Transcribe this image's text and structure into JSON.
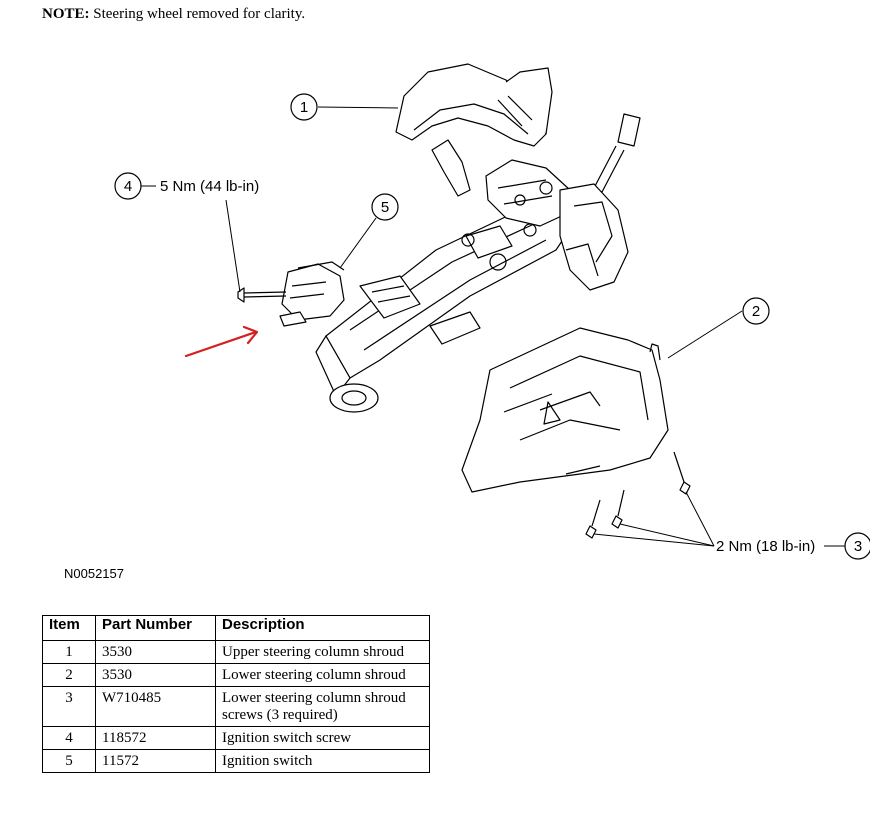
{
  "note": {
    "label": "NOTE:",
    "text": "Steering wheel removed for clarity."
  },
  "callouts": {
    "c1": "1",
    "c2": "2",
    "c3": "3",
    "c4": "4",
    "c5": "5",
    "torque_4": "5 Nm (44 lb-in)",
    "torque_3": "2 Nm (18 lb-in)"
  },
  "figure_id": "N0052157",
  "table": {
    "headers": [
      "Item",
      "Part Number",
      "Description"
    ],
    "rows": [
      {
        "item": "1",
        "part": "3530",
        "desc": "Upper steering column shroud"
      },
      {
        "item": "2",
        "part": "3530",
        "desc": "Lower steering column shroud"
      },
      {
        "item": "3",
        "part": "W710485",
        "desc": "Lower steering column shroud screws (3 required)"
      },
      {
        "item": "4",
        "part": "118572",
        "desc": "Ignition switch screw"
      },
      {
        "item": "5",
        "part": "11572",
        "desc": "Ignition switch"
      }
    ]
  },
  "colors": {
    "ink": "#000000",
    "annotation_arrow": "#d42020"
  }
}
